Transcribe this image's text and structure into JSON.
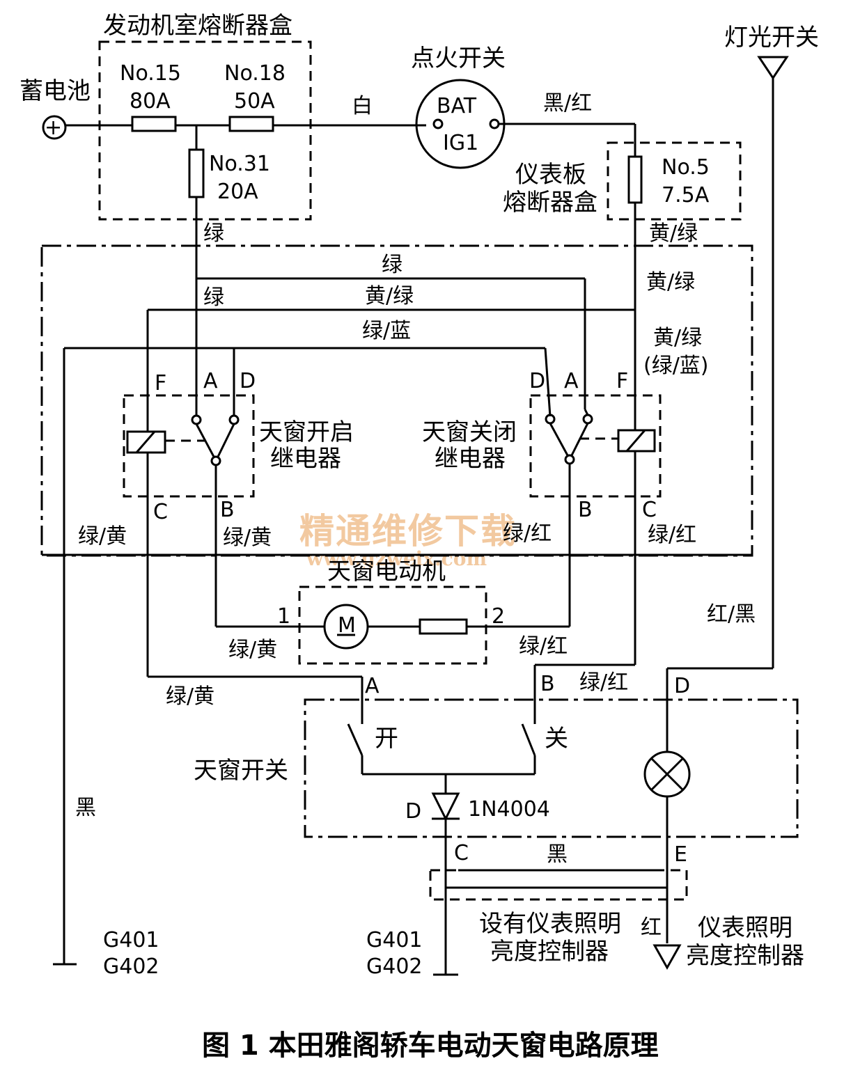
{
  "title": "图 1  本田雅阁轿车电动天窗电路原理",
  "labels": {
    "engine_fuse_box": "发动机室熔断器盒",
    "battery": "蓄电池",
    "fuse15_no": "No.15",
    "fuse15_amp": "80A",
    "fuse18_no": "No.18",
    "fuse18_amp": "50A",
    "fuse31_no": "No.31",
    "fuse31_amp": "20A",
    "ignition_switch": "点火开关",
    "bat": "BAT",
    "ig1": "IG1",
    "white": "白",
    "black_red": "黑/红",
    "dash_fuse_box_1": "仪表板",
    "dash_fuse_box_2": "熔断器盒",
    "fuse5_no": "No.5",
    "fuse5_amp": "7.5A",
    "light_switch": "灯光开关",
    "green": "绿",
    "yellow_green": "黄/绿",
    "green_blue": "绿/蓝",
    "yellow_green_alt": "(绿/蓝)",
    "open_relay_1": "天窗开启",
    "open_relay_2": "继电器",
    "close_relay_1": "天窗关闭",
    "close_relay_2": "继电器",
    "pin_a": "A",
    "pin_b": "B",
    "pin_c": "C",
    "pin_d": "D",
    "pin_e": "E",
    "pin_f": "F",
    "green_yellow": "绿/黄",
    "green_red": "绿/红",
    "red_black": "红/黑",
    "motor": "天窗电动机",
    "motor_m": "M",
    "pin_1": "1",
    "pin_2": "2",
    "sunroof_switch": "天窗开关",
    "open": "开",
    "close": "关",
    "diode": "1N4004",
    "black": "黑",
    "red": "红",
    "ground_1": "G401",
    "ground_2": "G402",
    "dimmer_with_1": "设有仪表照明",
    "dimmer_with_2": "亮度控制器",
    "dimmer_1": "仪表照明",
    "dimmer_2": "亮度控制器",
    "watermark": "精通维修下载",
    "watermark_url": "www.gzweix.com"
  }
}
